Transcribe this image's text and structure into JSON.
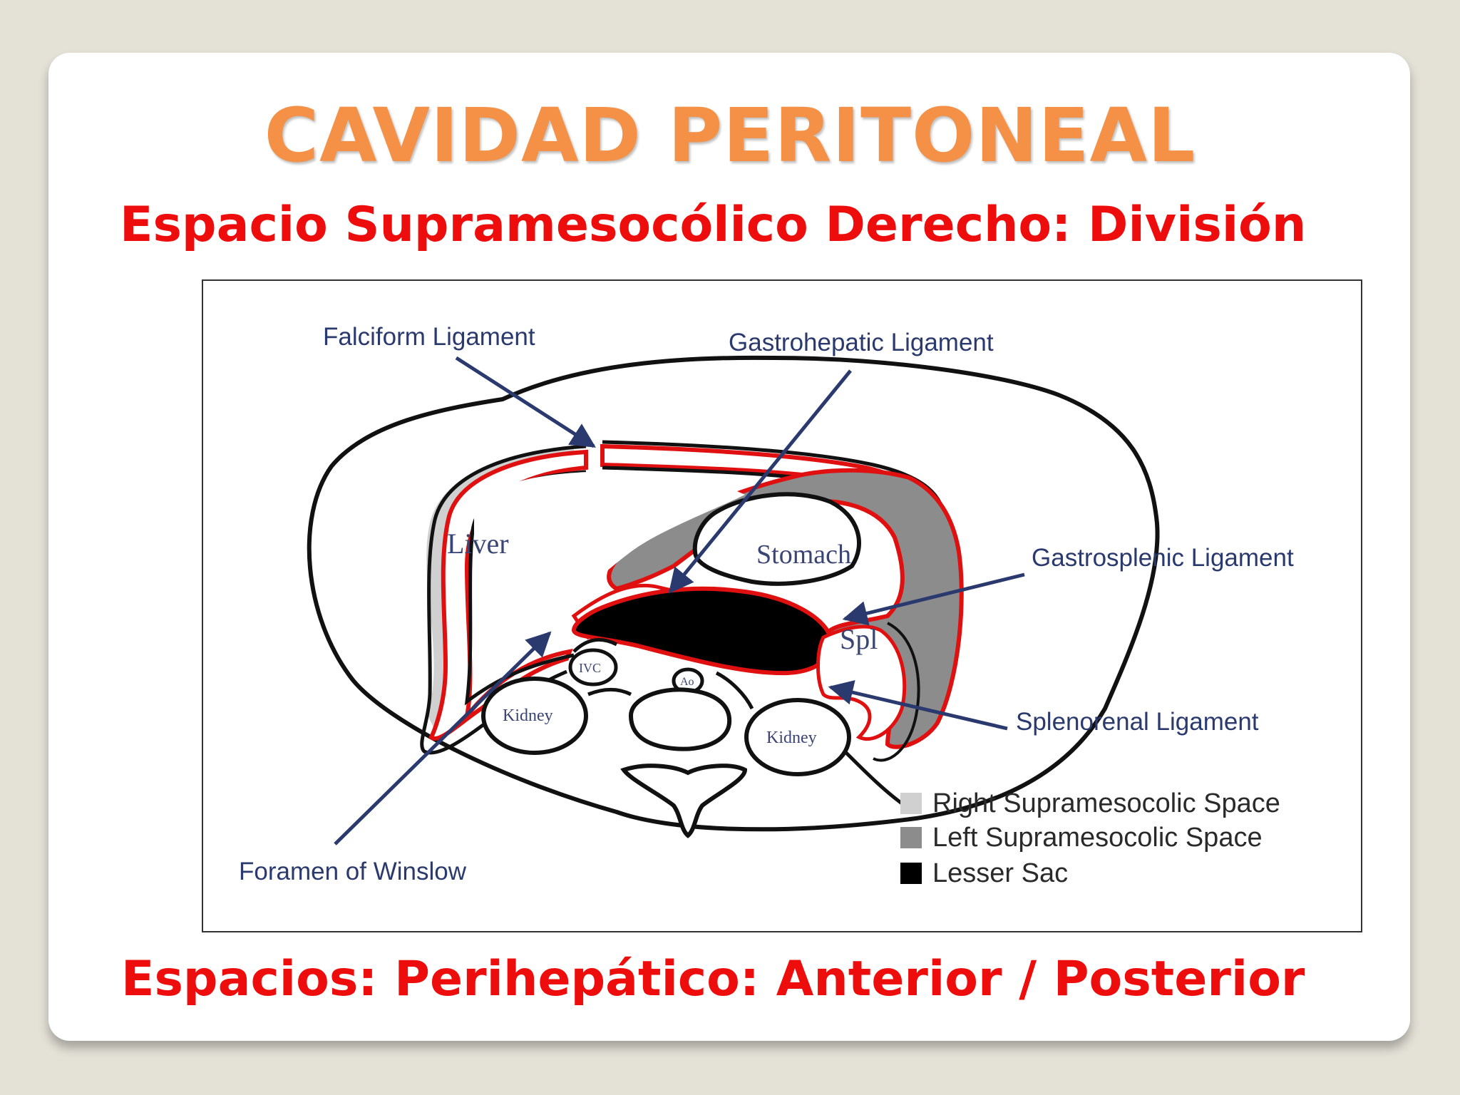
{
  "slide": {
    "title": "CAVIDAD PERITONEAL",
    "subtitle": "Espacio Supramesocólico Derecho: División",
    "footer": "Espacios: Perihepático: Anterior / Posterior"
  },
  "diagram": {
    "labels": {
      "falciform": "Falciform Ligament",
      "gastrohepatic": "Gastrohepatic Ligament",
      "gastrosplenic": "Gastrosplenic Ligament",
      "splenorenal": "Splenorenal Ligament",
      "foramen": "Foramen of Winslow"
    },
    "organs": {
      "liver": "Liver",
      "stomach": "Stomach",
      "spleen": "Spl",
      "ivc": "IVC",
      "aorta": "Ao",
      "kidney_right": "Kidney",
      "kidney_left": "Kidney"
    },
    "legend": [
      {
        "label": "Right Supramesocolic Space",
        "color": "#d0d0d0"
      },
      {
        "label": "Left Supramesocolic Space",
        "color": "#8c8c8c"
      },
      {
        "label": "Lesser Sac",
        "color": "#000000"
      }
    ],
    "colors": {
      "arrow": "#2b3a6e",
      "peritoneum": "#e01010"
    }
  }
}
